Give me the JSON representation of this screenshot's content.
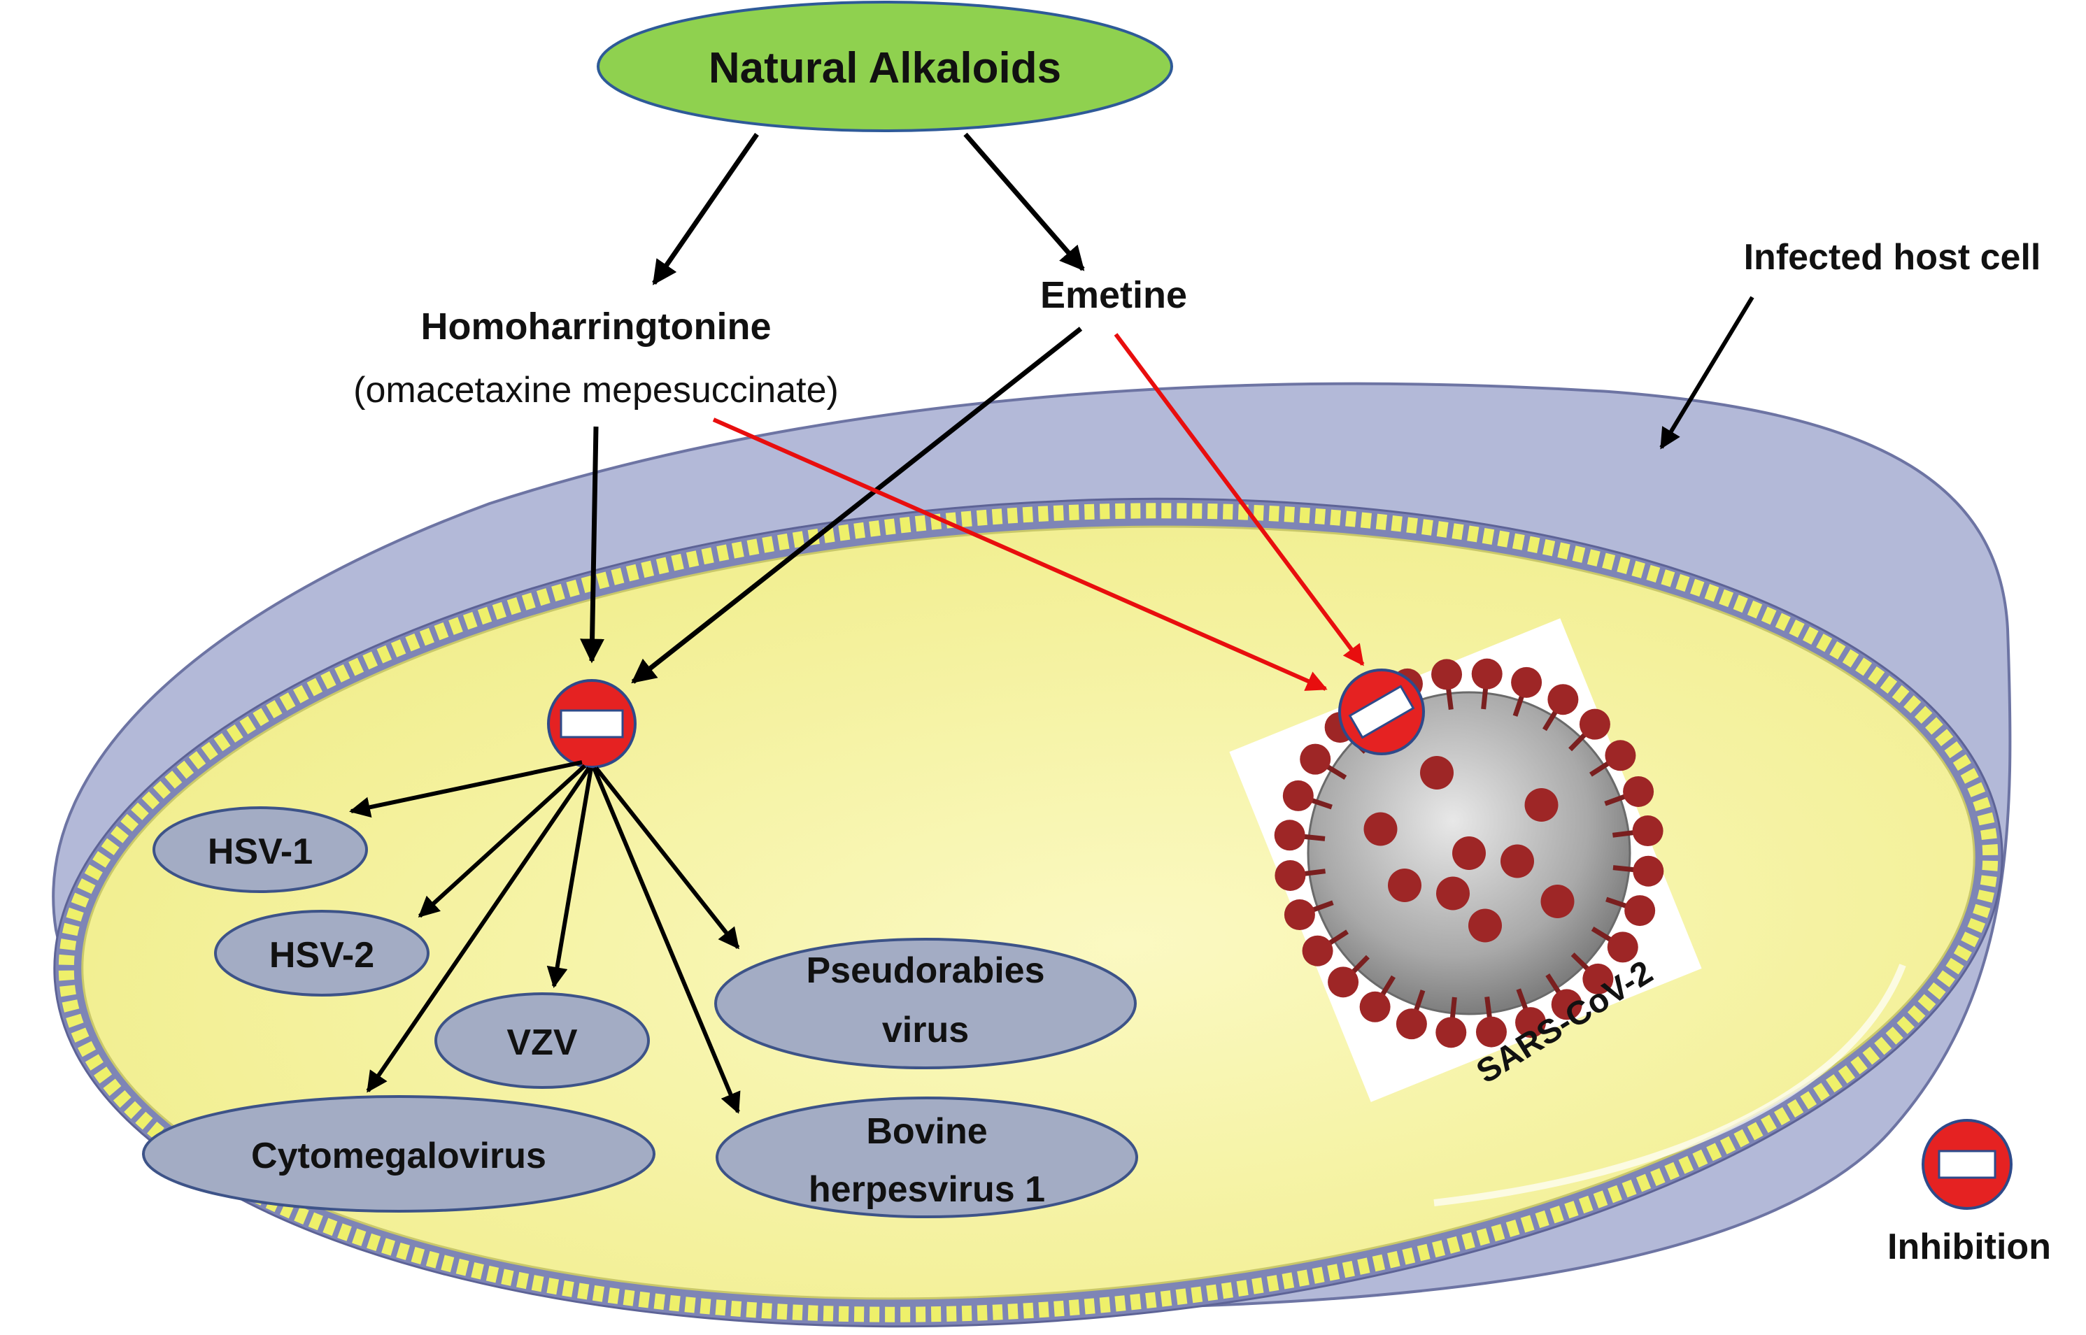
{
  "root": {
    "label": "Natural Alkaloids"
  },
  "drugs": {
    "homoharringtonine": "Homoharringtonine",
    "homoharringtonine_alias": "(omacetaxine mepesuccinate)",
    "emetine": "Emetine"
  },
  "host_cell_label": "Infected host cell",
  "viruses": {
    "hsv1": "HSV-1",
    "hsv2": "HSV-2",
    "vzv": "VZV",
    "pseudorabies_line1": "Pseudorabies",
    "pseudorabies_line2": "virus",
    "cytomegalovirus": "Cytomegalovirus",
    "bovine_line1": "Bovine",
    "bovine_line2": "herpesvirus 1"
  },
  "sars_label": "SARS-CoV-2",
  "legend": {
    "inhibition_label": "Inhibition"
  },
  "colors": {
    "root_fill": "#8fd14f",
    "cell_outer": "#b3b9d8",
    "cell_inner": "#f6f3a2",
    "membrane_bead": "#eef06a",
    "virus_ellipse": "#a3acc4",
    "inhibit_red": "#e52222",
    "arrow_black": "#000000",
    "arrow_red": "#e80e0e",
    "spike_red": "#9e2626"
  }
}
